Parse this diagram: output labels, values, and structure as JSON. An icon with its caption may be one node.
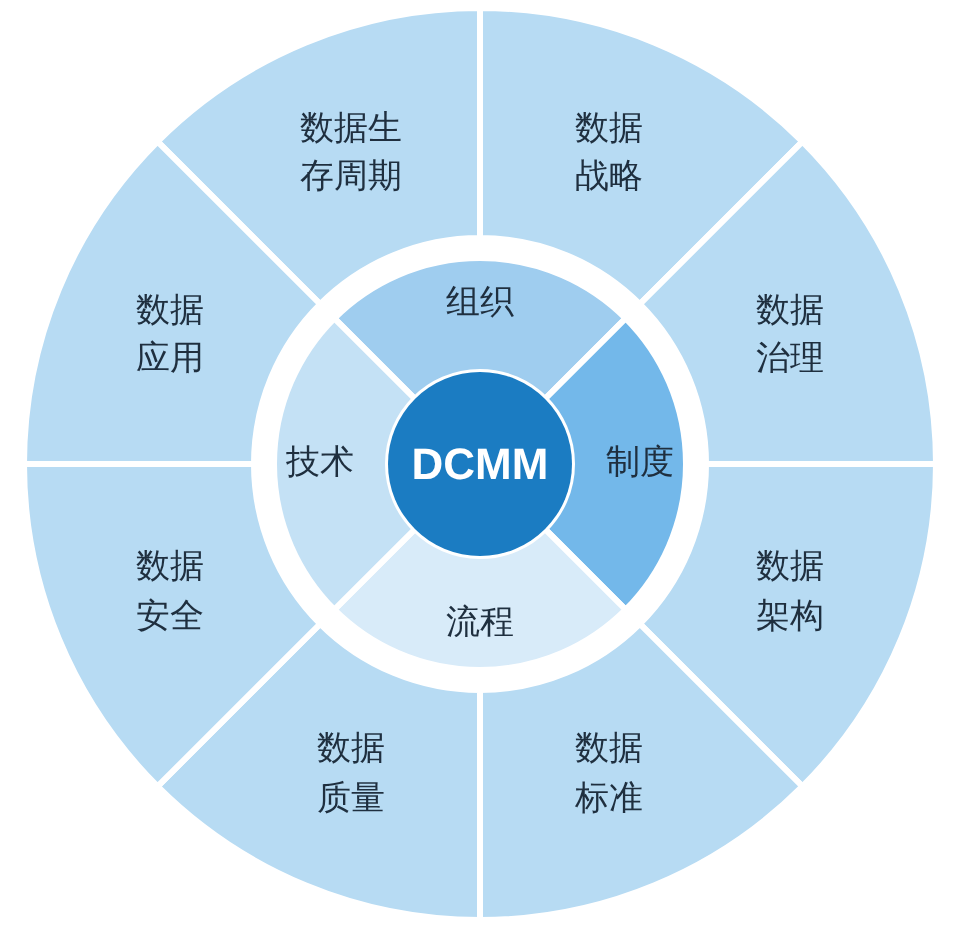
{
  "diagram": {
    "nodes": [
      {
        "text": [
          "数据生存周期"
        ]
      },
      {
        "text": [
          "数据战略"
        ]
      },
      {
        "text": [
          "数据治理"
        ]
      },
      {
        "text": [
          "数据架构"
        ]
      },
      {
        "text": [
          "数据标准"
        ]
      },
      {
        "text": [
          "数据质量"
        ]
      },
      {
        "text": [
          "数据安全"
        ]
      },
      {
        "text": [
          "数据应用"
        ]
      },
      {
        "text": [
          "组织"
        ]
      },
      {
        "text": [
          "制度"
        ]
      },
      {
        "text": [
          "流程"
        ]
      },
      {
        "text": [
          "技术"
        ]
      },
      {
        "text": [
          "DCMM"
        ]
      }
    ]
  }
}
